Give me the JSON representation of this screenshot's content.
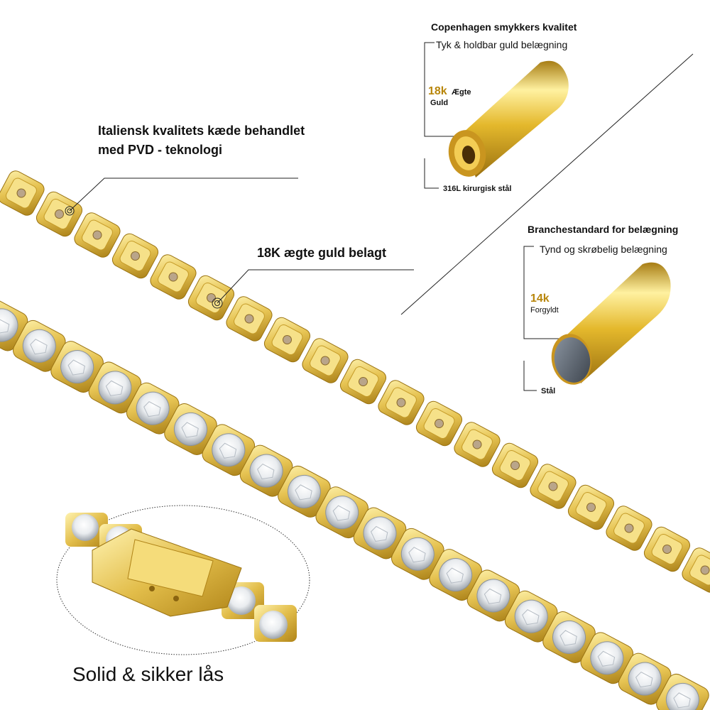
{
  "labels": {
    "italian_line1": "Italiensk kvalitets kæde behandlet",
    "italian_line2": "med PVD - teknologi",
    "gold_plated": "18K ægte guld belagt",
    "copenhagen_title": "Copenhagen smykkers kvalitet",
    "copenhagen_coating": "Tyk & holdbar guld belægning",
    "copenhagen_karat": "18k",
    "copenhagen_karat_word": "Ægte",
    "copenhagen_karat_sub": "Guld",
    "copenhagen_core": "316L kirurgisk stål",
    "industry_title": "Branchestandard for belægning",
    "industry_coating": "Tynd og skrøbelig belægning",
    "industry_karat": "14k",
    "industry_karat_sub": "Forgyldt",
    "industry_core": "Stål",
    "clasp_caption": "Solid & sikker lås"
  },
  "colors": {
    "gold_light": "#fbe790",
    "gold": "#e3bf4a",
    "gold_dark": "#a77d14",
    "karat_text": "#b8860b",
    "steel": "#5e6773",
    "line": "#222222"
  }
}
